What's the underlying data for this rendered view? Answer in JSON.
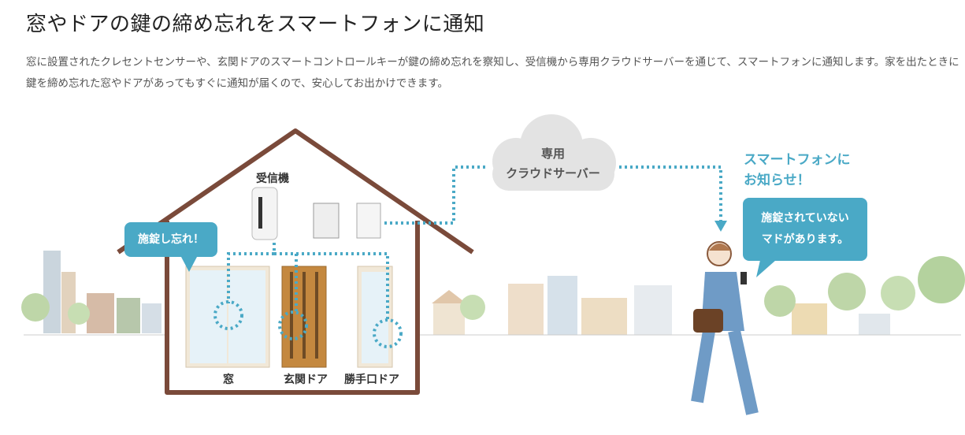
{
  "page": {
    "title": "窓やドアの鍵の締め忘れをスマートフォンに通知",
    "description": "窓に設置されたクレセントセンサーや、玄関ドアのスマートコントロールキーが鍵の締め忘れを察知し、受信機から専用クラウドサーバーを通じて、スマートフォンに通知します。家を出たときに鍵を締め忘れた窓やドアがあってもすぐに通知が届くので、安心してお出かけできます。"
  },
  "illustration": {
    "receiver_label": "受信機",
    "forgot_bubble": "施錠し忘れ！",
    "cloud_line1": "専用",
    "cloud_line2": "クラウドサーバー",
    "notify_line1": "スマートフォンに",
    "notify_line2": "お知らせ！",
    "phone_bubble_line1": "施錠されていない",
    "phone_bubble_line2": "マドがあります。",
    "window_label": "窓",
    "front_door_label": "玄関ドア",
    "back_door_label": "勝手口ドア"
  },
  "colors": {
    "accent": "#4aa9c6",
    "house": "#7a4a3a",
    "cloud": "#e3e3e3"
  }
}
